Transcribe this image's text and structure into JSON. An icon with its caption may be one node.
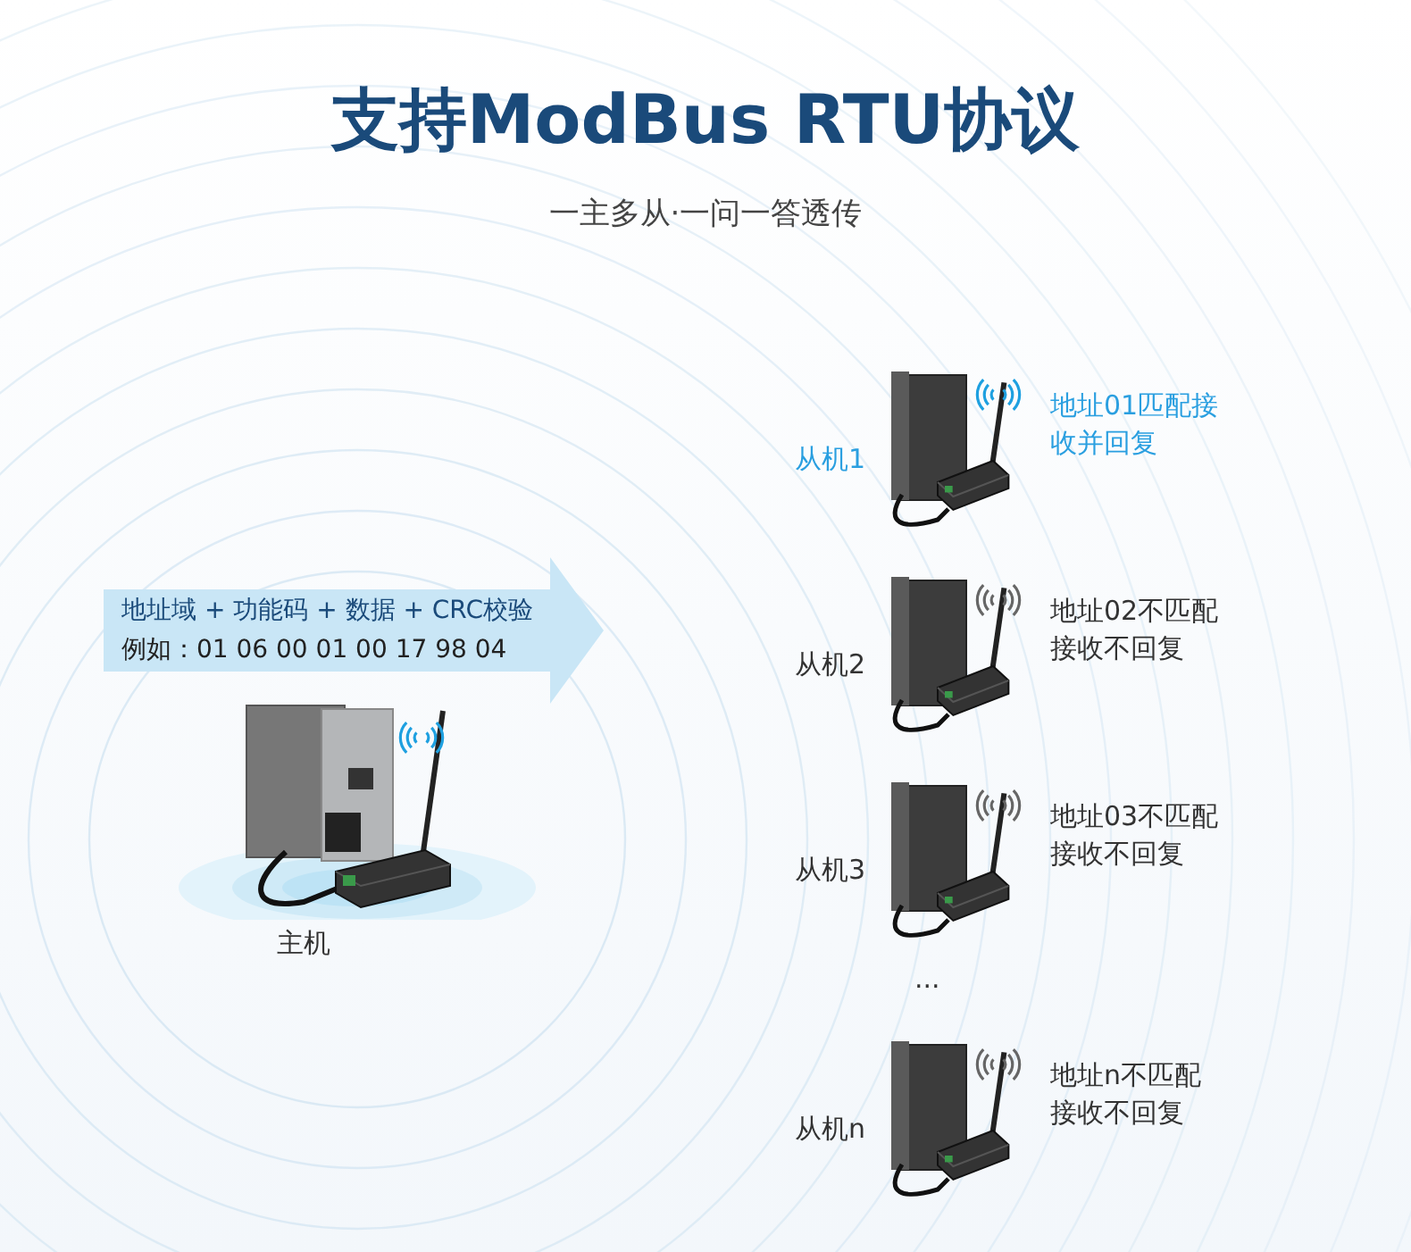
{
  "diagram": {
    "title": "支持ModBus RTU协议",
    "caption": "一主多从·一问一答透传",
    "nodes": [
      {
        "text": [
          "地址域 + 功能码 + 数据 + CRC校验",
          "例如：01 06 00 01 00 17 98 04"
        ]
      },
      {
        "text": [],
        "shape": "picture",
        "beside": [
          "主机"
        ]
      },
      {
        "text": [],
        "shape": "picture",
        "beside": [
          "从机1",
          "地址01匹配接收并回复"
        ]
      },
      {
        "text": [],
        "shape": "picture",
        "beside": [
          "从机2",
          "地址02不匹配接收不回复"
        ]
      },
      {
        "text": [],
        "shape": "picture",
        "beside": [
          "从机3",
          "地址03不匹配接收不回复"
        ]
      },
      {
        "text": [],
        "shape": "picture",
        "beside": [
          "从机n",
          "地址n不匹配接收不回复"
        ]
      }
    ],
    "edges": [],
    "labels": [
      "..."
    ]
  }
}
